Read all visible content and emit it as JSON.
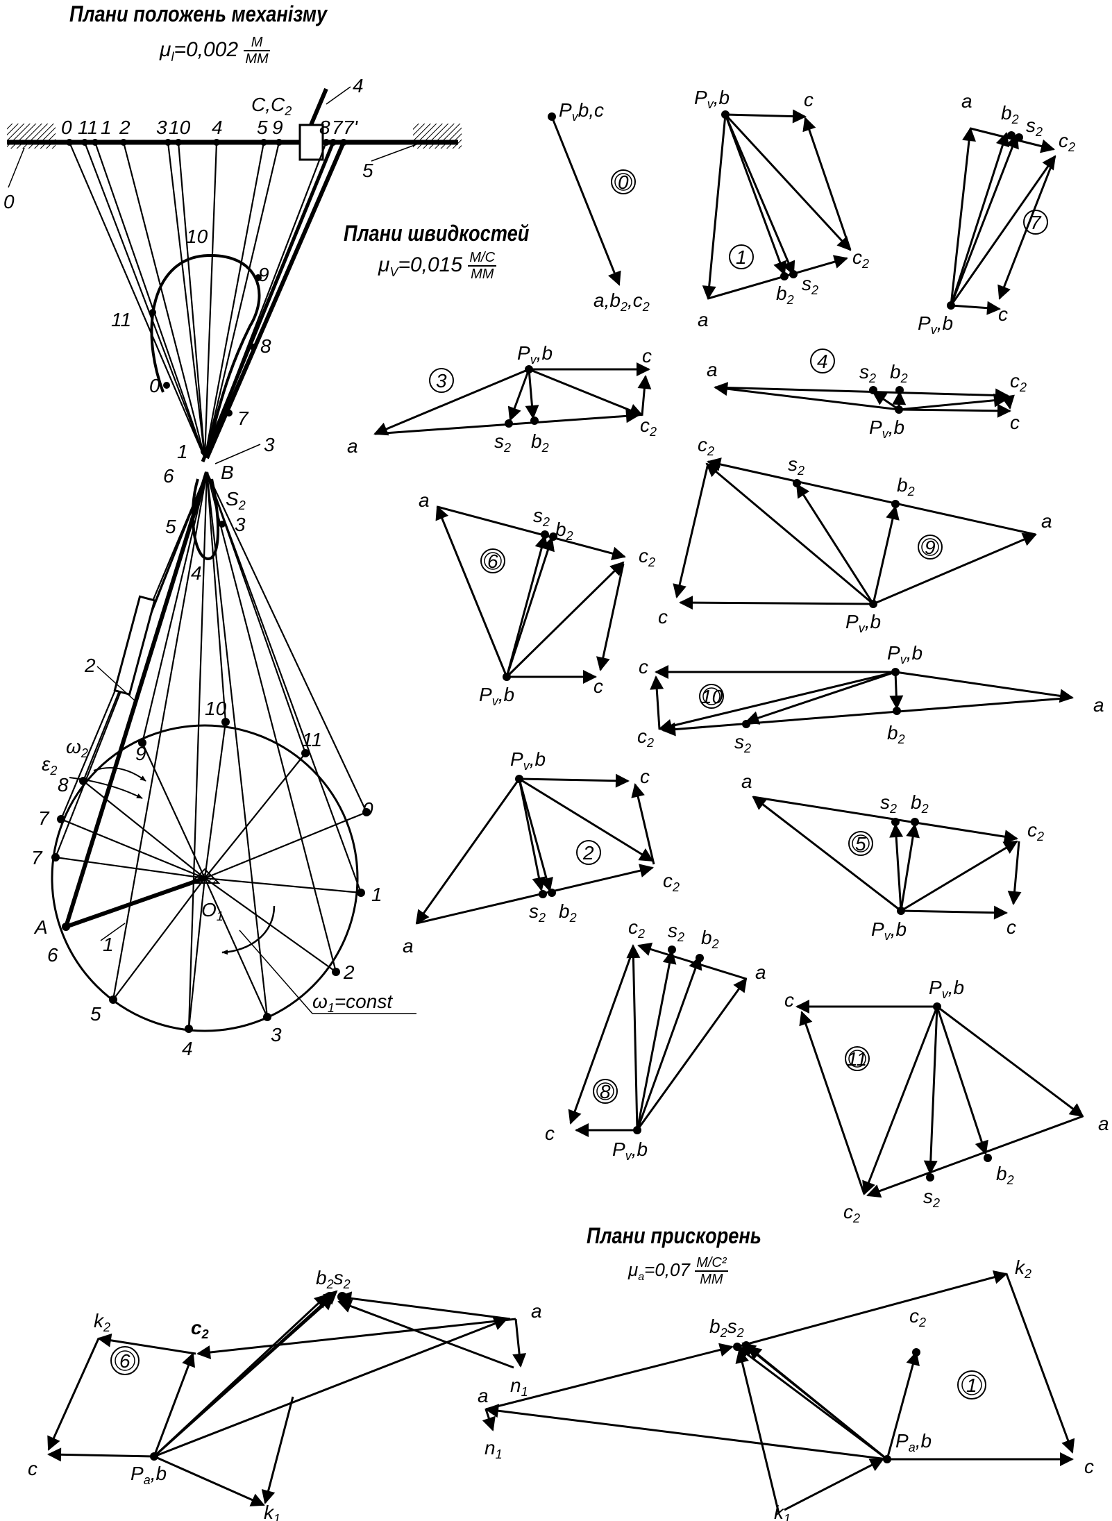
{
  "titles": {
    "positions": "Плани положень механізму",
    "velocities": "Плани швидкостей",
    "accelerations": "Плани прискорень"
  },
  "scales": {
    "mu_l": {
      "prefix": "μ",
      "sub": "l",
      "eq": "=0,002",
      "num": "М",
      "den": "ММ"
    },
    "mu_v": {
      "prefix": "μ",
      "sub": "V",
      "eq": "=0,015",
      "num": "М/С",
      "den": "ММ"
    },
    "mu_a": {
      "prefix": "μ",
      "sub": "a",
      "eq": "=0,07",
      "num": "М/С²",
      "den": "ММ"
    }
  },
  "mechanism": {
    "slider_positions": [
      "0",
      "11",
      "1",
      "2",
      "3",
      "10",
      "4",
      "5",
      "9",
      "8",
      "7",
      "7'"
    ],
    "crank_positions": [
      "0",
      "1",
      "2",
      "3",
      "4",
      "5",
      "6",
      "7",
      "7",
      "8",
      "9",
      "10",
      "11"
    ],
    "rocker_positions": [
      "11",
      "10",
      "9",
      "8",
      "7",
      "0",
      "1",
      "3",
      "5",
      "6",
      "4"
    ],
    "links": [
      "0",
      "1",
      "2",
      "3",
      "4",
      "5"
    ],
    "points": {
      "A": "A",
      "B": "B",
      "S2": "S",
      "S2sub": "2",
      "O1": "O",
      "O1sub": "1",
      "C": "C,C",
      "Csub": "2"
    },
    "omega2": "ω",
    "omega2sub": "2",
    "eps2": "ε",
    "eps2sub": "2",
    "omega1": "ω",
    "omega1sub": "1",
    "omega1rest": "=const"
  },
  "velocity_plans": [
    "0",
    "1",
    "7",
    "3",
    "4",
    "6",
    "9",
    "10",
    "2",
    "5",
    "8",
    "11"
  ],
  "acceleration_plans": [
    "6",
    "1"
  ],
  "labels": {
    "pole": "P",
    "pole_v_sub": "v",
    "pole_a_sub": "a",
    "b": "b",
    "a": "a",
    "c": "c",
    "c2": "c",
    "b2": "b",
    "s2": "s",
    "sub2": "2",
    "k1": "k",
    "k2": "k",
    "n1": "n",
    "sub1": "1",
    "abc2": "a,b",
    "abc2b": ",c"
  }
}
